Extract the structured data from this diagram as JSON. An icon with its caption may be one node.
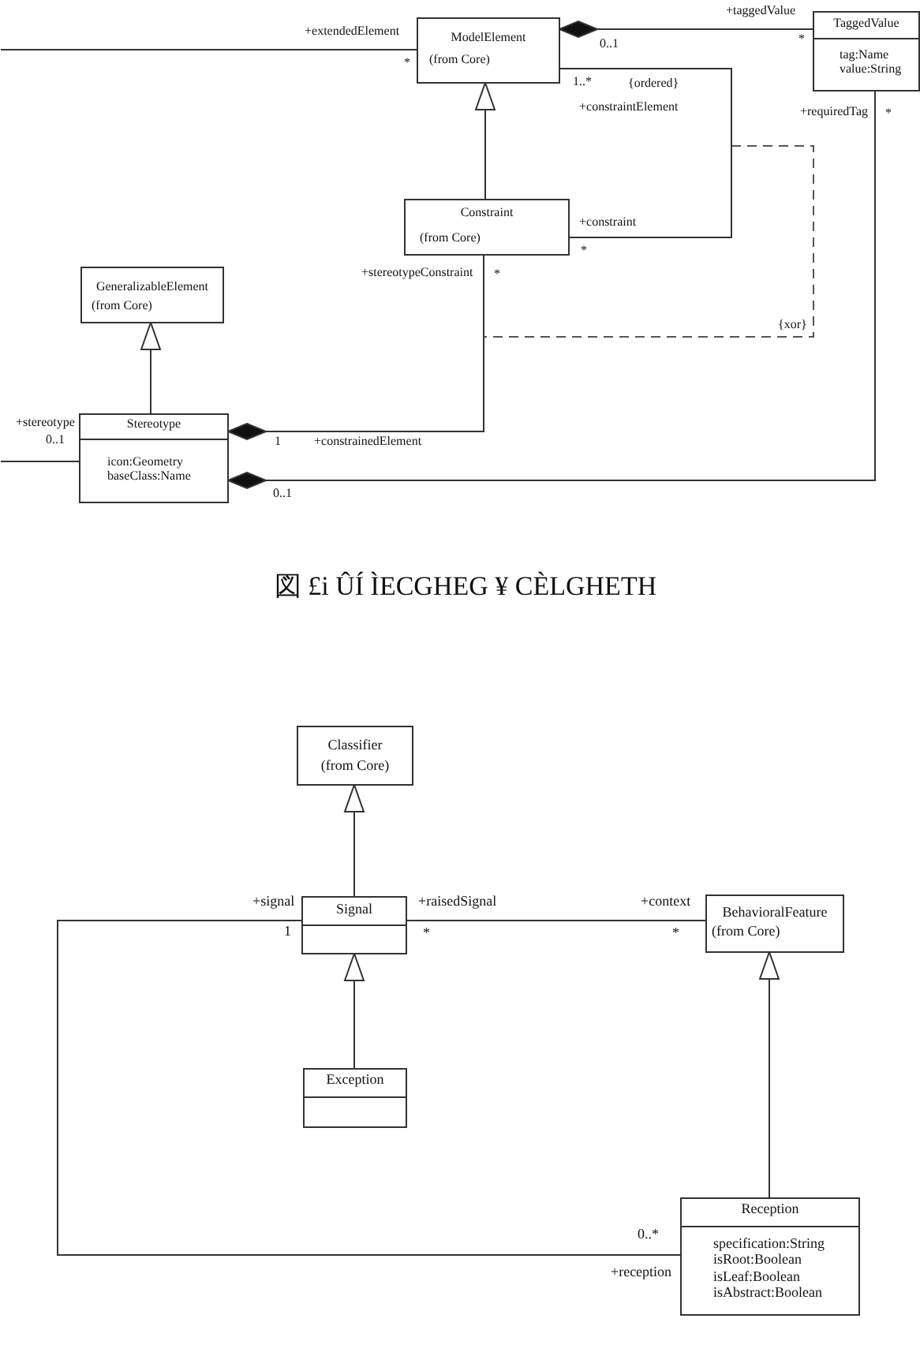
{
  "diagram": {
    "caption": "図 £i ÛÍ ÌECGHEG ¥ CÈLGHETH",
    "nodes": [
      {
        "text": [
          "ModelElement",
          "(from Core)"
        ]
      },
      {
        "text": [
          "TaggedValue",
          "tag:Name",
          "value:String"
        ]
      },
      {
        "text": [
          "Constraint",
          "(from Core)"
        ]
      },
      {
        "text": [
          "GeneralizableElement",
          "(from Core)"
        ]
      },
      {
        "text": [
          "Stereotype",
          "icon:Geometry",
          "baseClass:Name"
        ]
      },
      {
        "text": [
          "Classifier",
          "(from Core)"
        ]
      },
      {
        "text": [
          "Signal"
        ]
      },
      {
        "text": [
          "BehavioralFeature",
          "(from Core)"
        ]
      },
      {
        "text": [
          "Exception"
        ]
      },
      {
        "text": [
          "Reception",
          "specification:String",
          "isRoot:Boolean",
          "isLeaf:Boolean",
          "isAbstract:Boolean"
        ]
      }
    ],
    "edges": [
      {
        "from": null,
        "to": 0,
        "arrow": "none"
      },
      {
        "from": 0,
        "to": 1,
        "arrow": "other"
      },
      {
        "from": 2,
        "to": 0,
        "arrow": "to"
      },
      {
        "from": 0,
        "to": 2,
        "arrow": "none"
      },
      {
        "from": 4,
        "to": 2,
        "arrow": "other"
      },
      {
        "from": 4,
        "to": 1,
        "arrow": "other"
      },
      {
        "from": 4,
        "to": 3,
        "arrow": "to"
      },
      {
        "from": 4,
        "to": null,
        "arrow": "none"
      },
      {
        "from": 6,
        "to": 5,
        "arrow": "to"
      },
      {
        "from": 6,
        "to": 7,
        "arrow": "none"
      },
      {
        "from": 8,
        "to": 6,
        "arrow": "to"
      },
      {
        "from": 9,
        "to": 7,
        "arrow": "to"
      },
      {
        "from": 6,
        "to": 9,
        "arrow": "none"
      }
    ],
    "labels": [
      "+taggedValue",
      "+extendedElement",
      "*",
      "0..1",
      "*",
      "1..*",
      "{ordered}",
      "+constraintElement",
      "+requiredTag",
      "*",
      "+constraint",
      "*",
      "+stereotypeConstraint",
      "*",
      "{xor}",
      "+stereotype",
      "0..1",
      "1",
      "+constrainedElement",
      "0..1",
      "+signal",
      "+raisedSignal",
      "+context",
      "1",
      "*",
      "*",
      "0..*",
      "+reception"
    ]
  }
}
